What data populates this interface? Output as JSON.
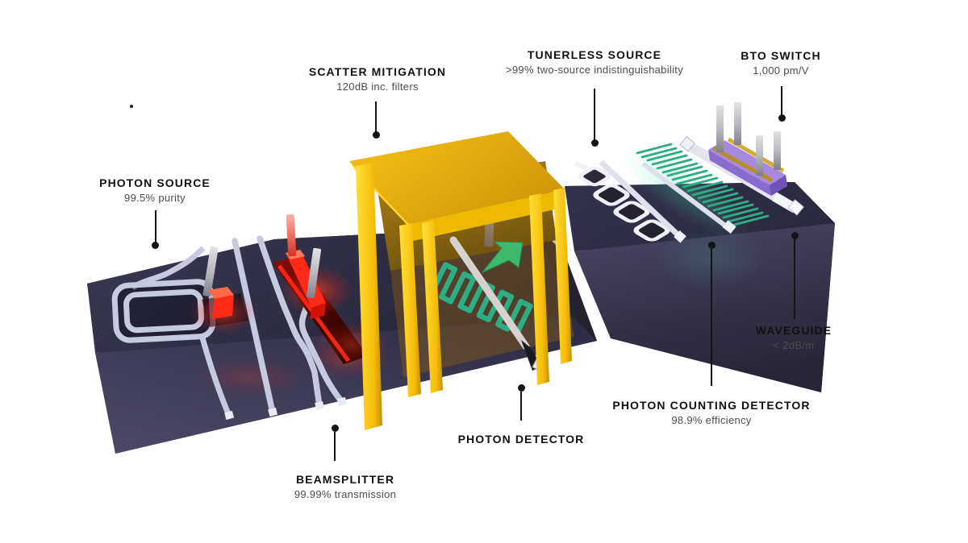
{
  "figure": {
    "title": "photonic quantum chip component diagram",
    "background": "#ffffff",
    "labels": [
      {
        "id": "photon-source",
        "title": "PHOTON SOURCE",
        "subtitle": "99.5% purity"
      },
      {
        "id": "scatter-mitigation",
        "title": "SCATTER MITIGATION",
        "subtitle": "120dB inc. filters"
      },
      {
        "id": "tunerless-source",
        "title": "TUNERLESS SOURCE",
        "subtitle": ">99% two-source indistinguishability"
      },
      {
        "id": "bto-switch",
        "title": "BTO SWITCH",
        "subtitle": "1,000 pm/V"
      },
      {
        "id": "waveguide",
        "title": "WAVEGUIDE",
        "subtitle": "< 2dB/m"
      },
      {
        "id": "photon-counting-detector",
        "title": "PHOTON COUNTING DETECTOR",
        "subtitle": "98.9% efficiency"
      },
      {
        "id": "photon-detector",
        "title": "PHOTON DETECTOR",
        "subtitle": ""
      },
      {
        "id": "beamsplitter",
        "title": "BEAMSPLITTER",
        "subtitle": "99.99% transmission"
      }
    ],
    "colors": {
      "label_text": "#111111",
      "label_sub": "#4c4c4c",
      "chip_top": "#33324a",
      "chip_front": "#46425f",
      "chip_dark": "#1e1d2c",
      "waveguide_light": "#c6cadf",
      "source_red": "#ff2a18",
      "shield_gold": "#f2b80d",
      "shield_gold_bright": "#ffd92e",
      "shield_gold_dark": "#8a6812",
      "meander_teal": "#2fae85",
      "arrow_green": "#3cb96a",
      "bto_purple": "#a78ae0",
      "bto_gold": "#c49a2e",
      "pin_gray": "#a9a9ad",
      "ring_white": "#f0f1f6"
    }
  }
}
